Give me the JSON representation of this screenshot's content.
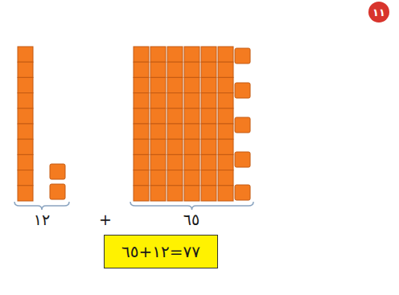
{
  "diagram": {
    "nodes": [
      {
        "text": [
          "١١"
        ]
      },
      {
        "text": [
          "٧٧=١٢+٦٥"
        ]
      }
    ],
    "labels": [
      "١٢",
      "+",
      "٦٥"
    ]
  }
}
